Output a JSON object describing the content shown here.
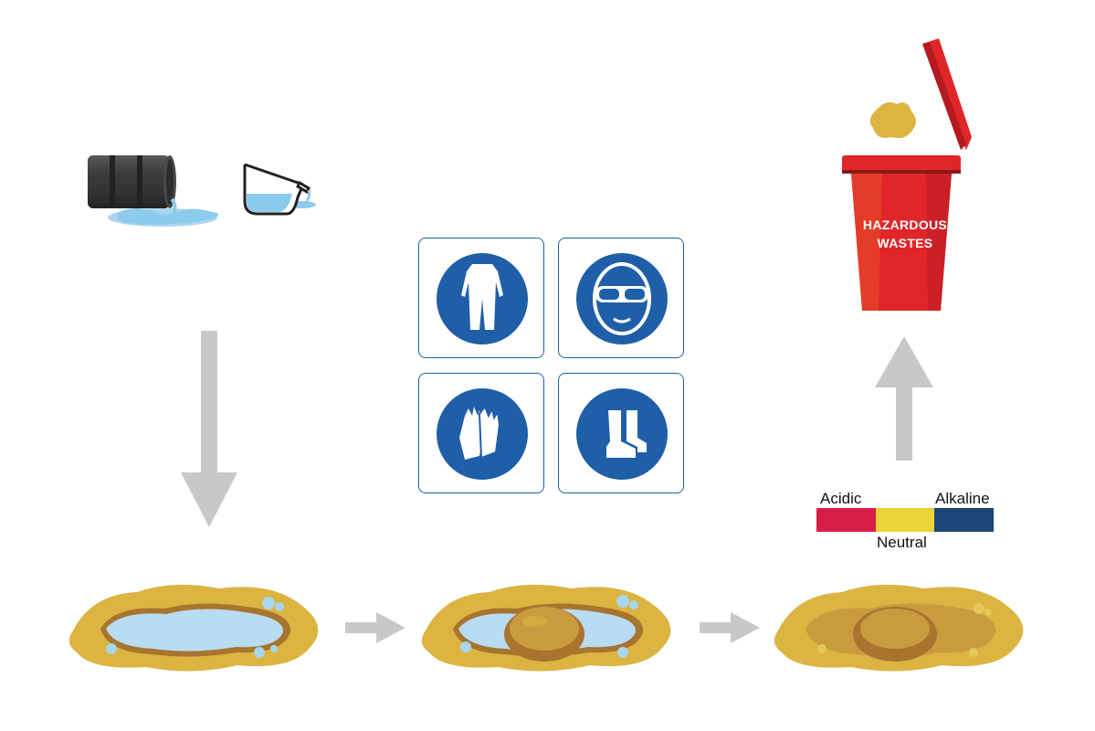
{
  "title": "",
  "bin": {
    "line1": "HAZARDOUS",
    "line2": "WASTES"
  },
  "ph_scale": {
    "acidic": "Acidic",
    "neutral": "Neutral",
    "alkaline": "Alkaline",
    "colors": {
      "acidic": "#d81e45",
      "neutral": "#ebd338",
      "alkaline": "#1b4677"
    }
  },
  "ppe": [
    {
      "icon": "coverall-icon"
    },
    {
      "icon": "safety-goggles-icon"
    },
    {
      "icon": "protective-gloves-icon"
    },
    {
      "icon": "safety-boots-icon"
    }
  ],
  "steps": [
    {
      "icon": "spill-puddle-icon"
    },
    {
      "icon": "absorbent-applied-icon"
    },
    {
      "icon": "absorbed-spill-icon"
    }
  ],
  "colors": {
    "arrow": "#c8c8c8",
    "ppe_blue": "#1f5fa8",
    "bin_red": "#e0262a",
    "absorbent": "#dcb441",
    "liquid": "#b8dcf2"
  }
}
